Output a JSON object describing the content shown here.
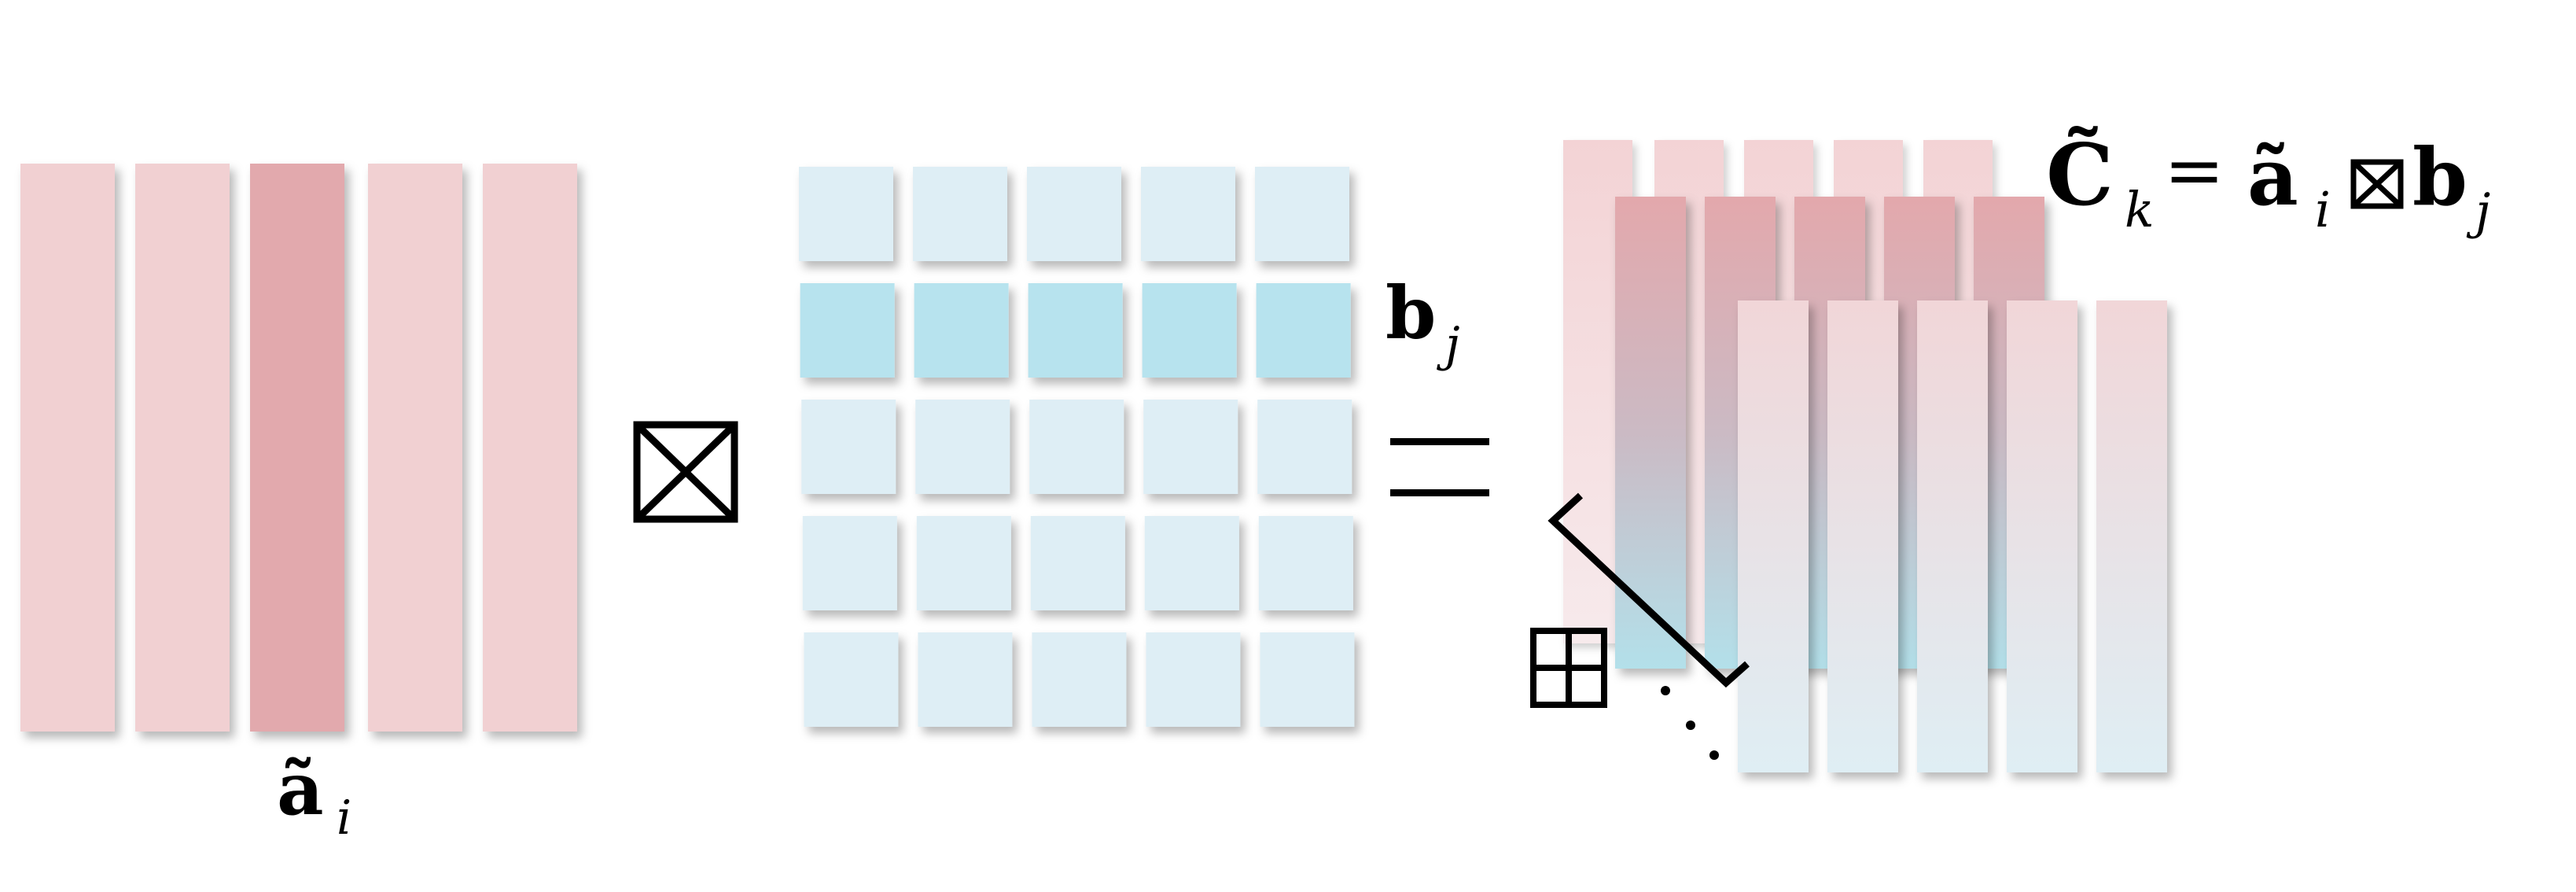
{
  "labels": {
    "a_tilde": "ã",
    "a_sub": "i",
    "b": "b",
    "b_sub": "j",
    "equals": "=",
    "c_tilde": "C̃",
    "c_sub": "k",
    "eq_equals": "=",
    "eq_a": "ã",
    "eq_a_sub": "i",
    "eq_b": "b",
    "eq_b_sub": "j",
    "dots": "⋱"
  },
  "colors": {
    "red_light": "#f1d0d2",
    "red_dark": "#e2a9ad",
    "blue_light": "#deeef5",
    "blue_dark": "#b7e3ee",
    "ink": "#000000"
  },
  "icons": {
    "kron_operator": "boxed-times-icon",
    "sum_operator": "boxed-plus-icon",
    "bracket": "corner-bracket-icon",
    "dots": "diagonal-dots-icon"
  },
  "matrix_a": {
    "columns": 5,
    "highlighted_column": 3
  },
  "matrix_b": {
    "rows": 5,
    "columns": 5,
    "highlighted_row": 2
  },
  "result_stack": {
    "layers": 3,
    "columns_per_layer": 5
  }
}
